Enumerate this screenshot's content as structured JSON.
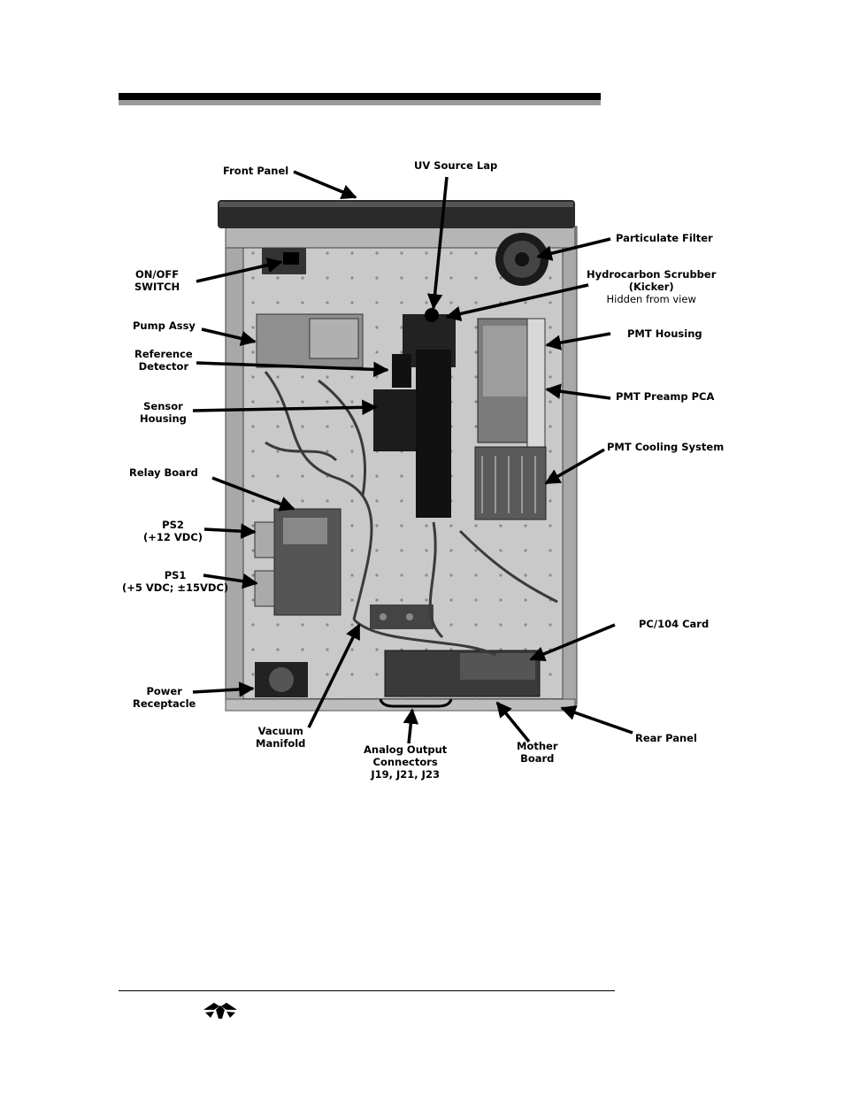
{
  "labels": {
    "front_panel": "Front Panel",
    "uv_source": "UV Source Lap",
    "particulate_filter": "Particulate Filter",
    "on_off": [
      "ON/OFF",
      "SWITCH"
    ],
    "hc_scrubber": [
      "Hydrocarbon Scrubber",
      "(Kicker)"
    ],
    "hc_scrubber_note": "Hidden from view",
    "pump_assy": "Pump Assy",
    "pmt_housing": "PMT Housing",
    "ref_detector": [
      "Reference",
      "Detector"
    ],
    "pmt_preamp": "PMT Preamp PCA",
    "sensor_housing": [
      "Sensor",
      "Housing"
    ],
    "pmt_cooling": "PMT Cooling System",
    "relay_board": "Relay Board",
    "ps2": [
      "PS2",
      "(+12 VDC)"
    ],
    "ps1": [
      "PS1",
      "(+5 VDC; ±15VDC)"
    ],
    "pc104": "PC/104 Card",
    "power_receptacle": [
      "Power",
      "Receptacle"
    ],
    "rear_panel": "Rear Panel",
    "vacuum_manifold": [
      "Vacuum",
      "Manifold"
    ],
    "analog_output": [
      "Analog Output",
      "Connectors",
      "J19, J21, J23"
    ],
    "mother_board": [
      "Mother",
      "Board"
    ]
  },
  "colors": {
    "rule": "#000000",
    "rule_shadow": "#9a9a9a"
  },
  "icons": {
    "logo": "teledyne-logo-icon"
  }
}
